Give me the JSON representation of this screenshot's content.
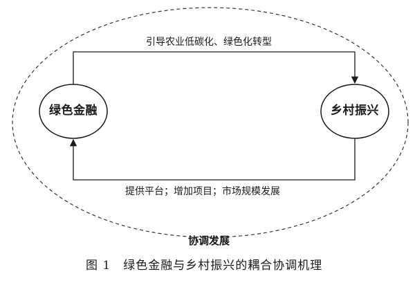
{
  "diagram": {
    "nodes": {
      "left": "绿色金融",
      "right": "乡村振兴"
    },
    "edges": {
      "top": "引导农业低碳化、绿色化转型",
      "bottom": "提供平台；增加项目；市场规模发展"
    },
    "outer_label": "协调发展"
  },
  "caption": "图 1　绿色金融与乡村振兴的耦合协调机理"
}
